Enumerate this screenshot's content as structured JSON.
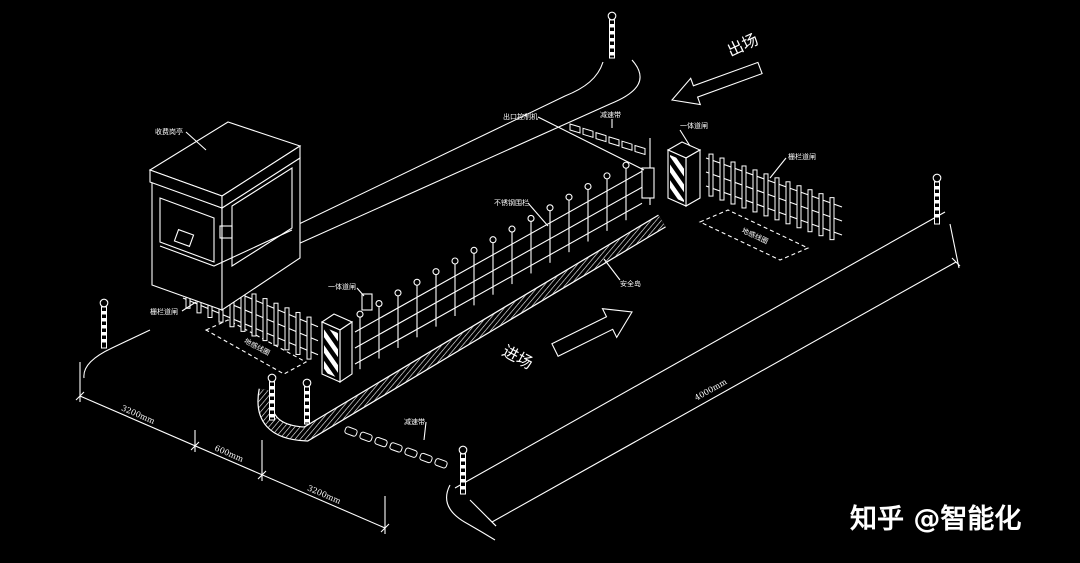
{
  "labels": {
    "exit": "出场",
    "entry": "进场",
    "booth": "收费岗亭",
    "exit_controller": "出口控制机",
    "speed_bump_top": "减速带",
    "barrier_right": "一体道闸",
    "fence_gate_right": "栅栏道闸",
    "loop_right": "地感线圈",
    "fence": "不锈钢围栏",
    "island": "安全岛",
    "barrier_left": "一体道闸",
    "fence_gate_left": "栅栏道闸",
    "loop_left": "地感线圈",
    "speed_bump_bottom": "减速带"
  },
  "dimensions": {
    "lane_left": "3200mm",
    "island_width": "600mm",
    "lane_right": "3200mm",
    "length": "4000mm"
  },
  "watermark": "知乎 @智能化",
  "colors": {
    "background": "#000000",
    "lines": "#ffffff"
  }
}
